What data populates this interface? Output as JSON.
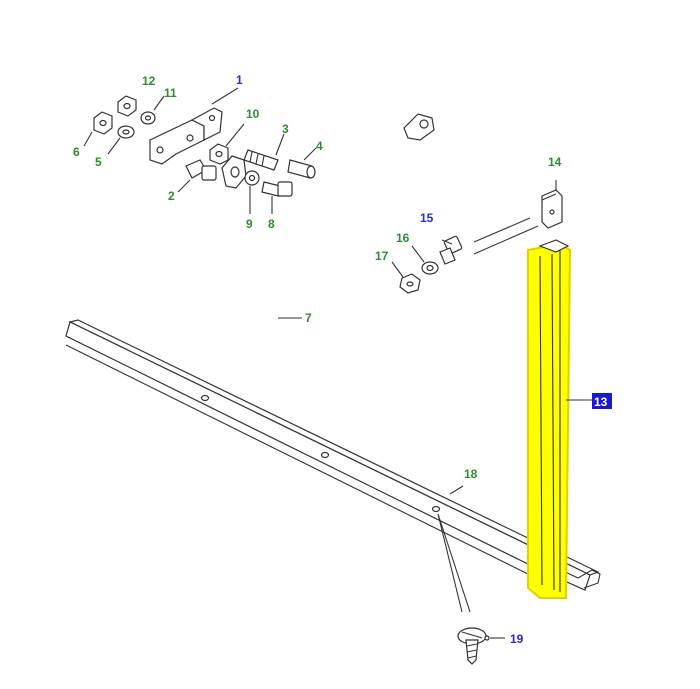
{
  "callouts": [
    {
      "id": "c1",
      "text": "1",
      "color": "#2a2acc"
    },
    {
      "id": "c2",
      "text": "2",
      "color": "#2e8b2e"
    },
    {
      "id": "c3",
      "text": "3",
      "color": "#2e8b2e"
    },
    {
      "id": "c4",
      "text": "4",
      "color": "#2e8b2e"
    },
    {
      "id": "c5",
      "text": "5",
      "color": "#2e8b2e"
    },
    {
      "id": "c6",
      "text": "6",
      "color": "#2e8b2e"
    },
    {
      "id": "c7",
      "text": "7",
      "color": "#2e8b2e"
    },
    {
      "id": "c8",
      "text": "8",
      "color": "#2e8b2e"
    },
    {
      "id": "c9",
      "text": "9",
      "color": "#2e8b2e"
    },
    {
      "id": "c10",
      "text": "10",
      "color": "#2e8b2e"
    },
    {
      "id": "c11",
      "text": "11",
      "color": "#2e8b2e"
    },
    {
      "id": "c12",
      "text": "12",
      "color": "#2e8b2e"
    },
    {
      "id": "c13",
      "text": "13",
      "color": "#ffffff"
    },
    {
      "id": "c14",
      "text": "14",
      "color": "#2e8b2e"
    },
    {
      "id": "c15",
      "text": "15",
      "color": "#2a2acc"
    },
    {
      "id": "c16",
      "text": "16",
      "color": "#2e8b2e"
    },
    {
      "id": "c17",
      "text": "17",
      "color": "#2e8b2e"
    },
    {
      "id": "c18",
      "text": "18",
      "color": "#2e8b2e"
    },
    {
      "id": "c19",
      "text": "19",
      "color": "#2a2acc"
    }
  ],
  "highlight_color": "#ffff00",
  "selected_callout_bg": "#1a1acc"
}
